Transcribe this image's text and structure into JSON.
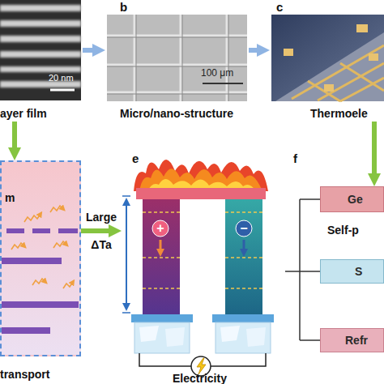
{
  "diagram": {
    "nodes": [
      {
        "text": [
          "20 nm",
          "ayer film"
        ]
      },
      {
        "text": [
          "b",
          "100 μm",
          "Micro/nano-structure"
        ]
      },
      {
        "text": [
          "c",
          "Thermoele"
        ]
      },
      {
        "text": [
          "m",
          "transport"
        ]
      },
      {
        "text": [
          "e",
          "Electricity"
        ]
      },
      {
        "text": [
          "Ge"
        ]
      },
      {
        "text": [
          "S"
        ]
      },
      {
        "text": [
          "Refr"
        ]
      }
    ],
    "edges": [
      {
        "from": 0,
        "to": 1,
        "arrow": "to"
      },
      {
        "from": 1,
        "to": 2,
        "arrow": "to"
      },
      {
        "from": 2,
        "to": 5,
        "arrow": "to"
      },
      {
        "from": 0,
        "to": 3,
        "arrow": "to"
      },
      {
        "from": 3,
        "to": 4,
        "label": "Large ΔTa",
        "arrow": "to"
      }
    ],
    "labels": [
      "+",
      "−",
      "f",
      "Self-p"
    ]
  }
}
